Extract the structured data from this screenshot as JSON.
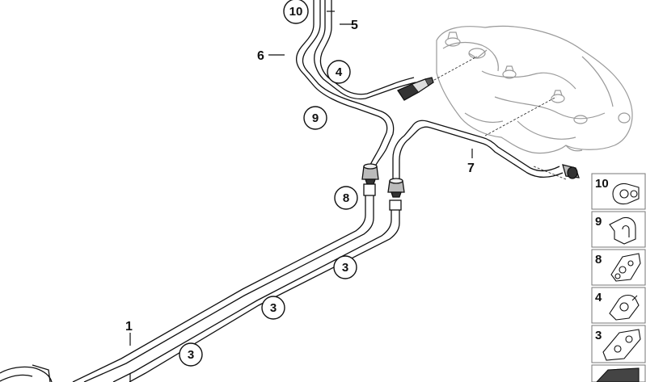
{
  "callouts": [
    {
      "id": "c1",
      "text": "1",
      "circled": false
    },
    {
      "id": "c3a",
      "text": "3",
      "circled": true
    },
    {
      "id": "c3b",
      "text": "3",
      "circled": true
    },
    {
      "id": "c3c",
      "text": "3",
      "circled": true
    },
    {
      "id": "c4",
      "text": "4",
      "circled": true
    },
    {
      "id": "c5",
      "text": "5",
      "circled": false
    },
    {
      "id": "c6",
      "text": "6",
      "circled": false
    },
    {
      "id": "c7",
      "text": "7",
      "circled": false
    },
    {
      "id": "c8",
      "text": "8",
      "circled": true
    },
    {
      "id": "c9",
      "text": "9",
      "circled": true
    },
    {
      "id": "c10",
      "text": "10",
      "circled": true
    }
  ],
  "parts_panel": [
    {
      "number": "10",
      "icon": "clip-double-icon"
    },
    {
      "number": "9",
      "icon": "clip-u-icon"
    },
    {
      "number": "8",
      "icon": "clip-triple-icon"
    },
    {
      "number": "4",
      "icon": "clip-hook-icon"
    },
    {
      "number": "3",
      "icon": "clip-twin-icon"
    },
    {
      "number": "",
      "icon": "bracket-icon"
    }
  ],
  "colors": {
    "line": "#111111",
    "tank": "#9a9a9a",
    "panel_border": "#777777"
  }
}
